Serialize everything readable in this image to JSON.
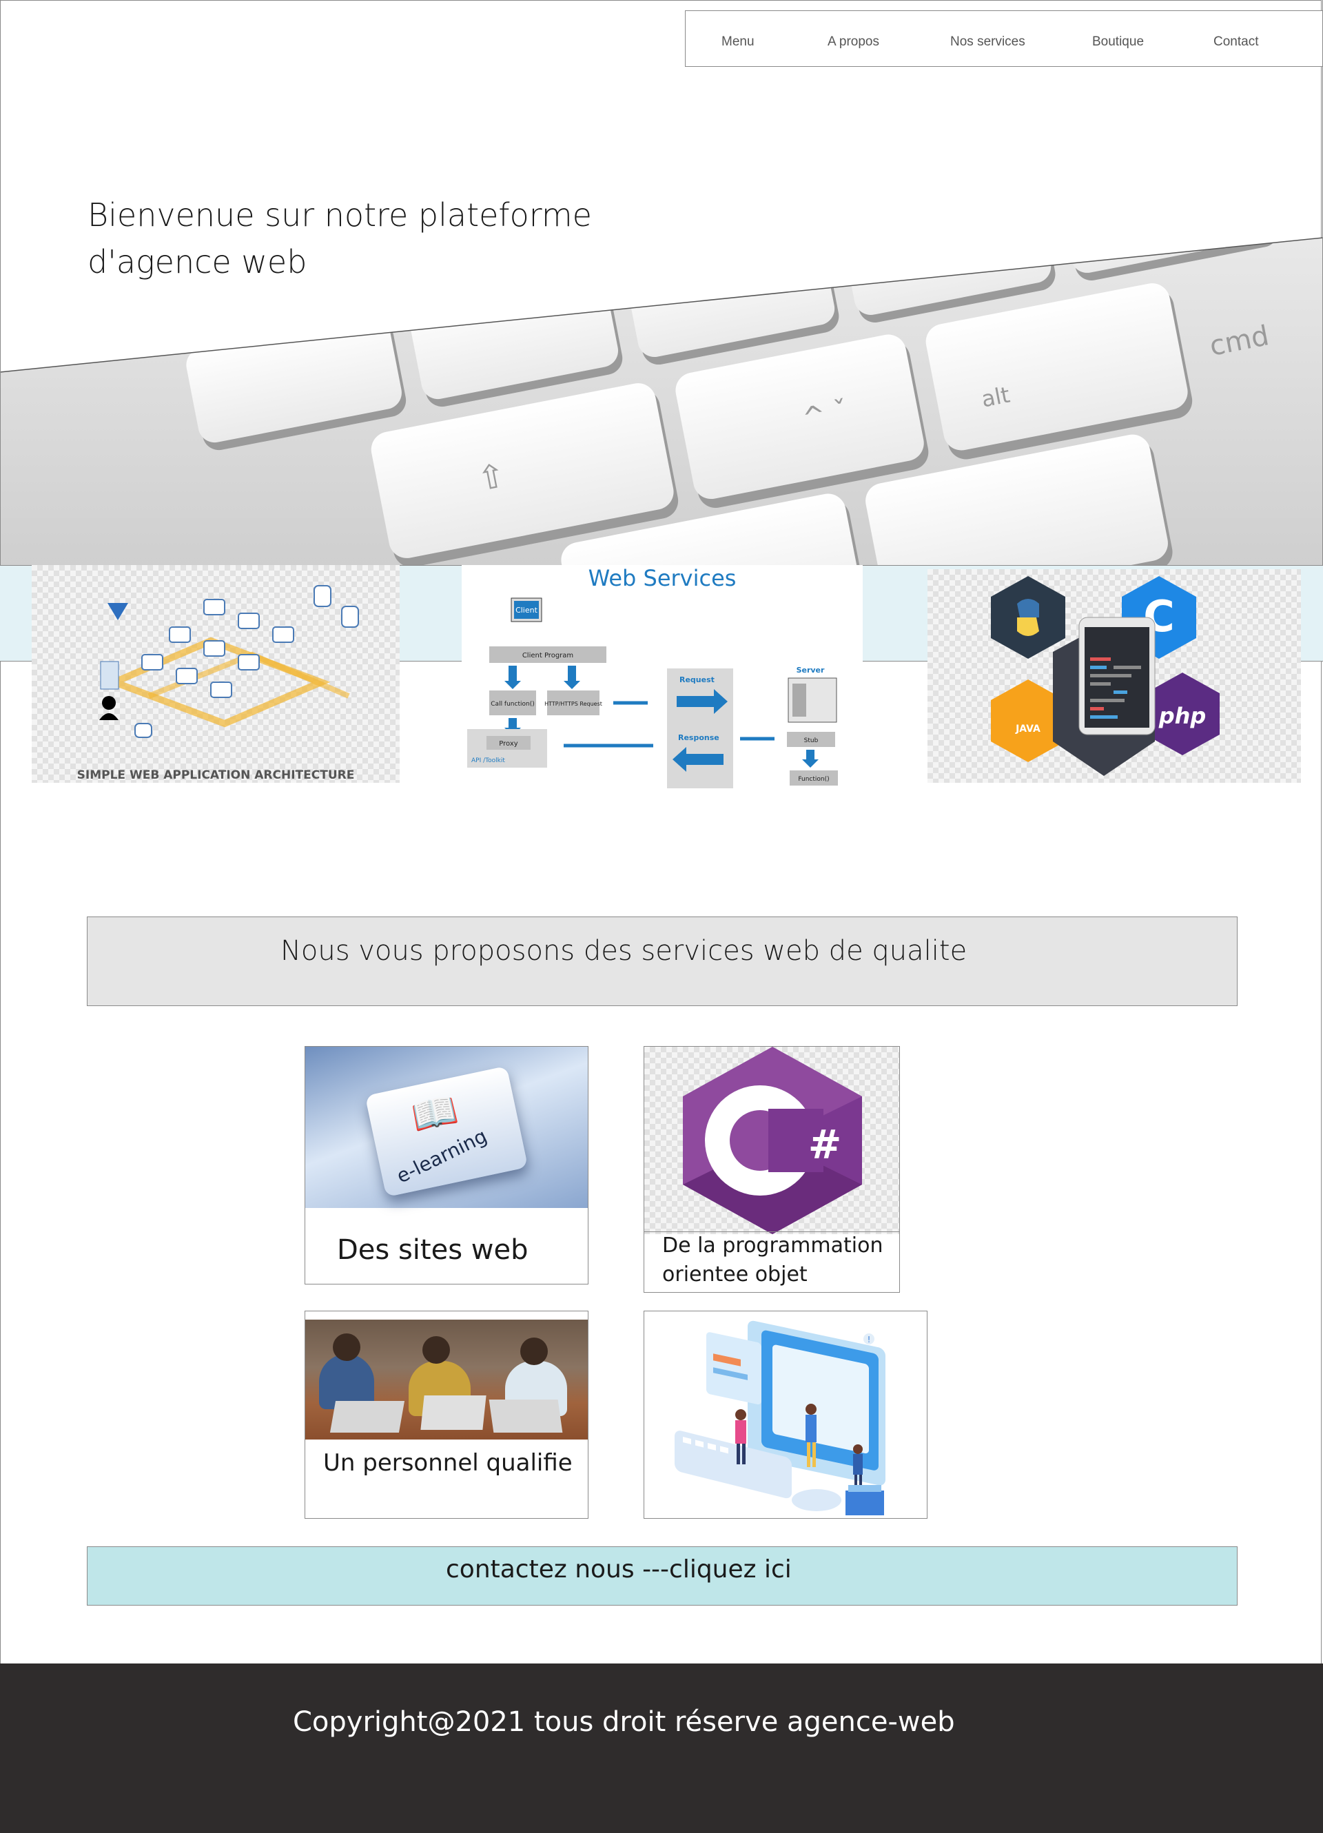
{
  "nav": {
    "items": [
      "Menu",
      "A propos",
      "Nos services",
      "Boutique",
      "Contact"
    ]
  },
  "hero": {
    "title_line1": "Bienvenue sur notre plateforme",
    "title_line2": "d'agence web"
  },
  "strip": {
    "architecture_caption": "SIMPLE WEB APPLICATION ARCHITECTURE",
    "web_services_title": "Web Services",
    "ws_client": "Client",
    "ws_client_program": "Client Program",
    "ws_call_function": "Call function()",
    "ws_http_request": "HTTP/HTTPS Request",
    "ws_proxy": "Proxy",
    "ws_api_toolkit": "API /Toolkit",
    "ws_request": "Request",
    "ws_response": "Response",
    "ws_server": "Server",
    "ws_stub": "Stub",
    "ws_function": "Function()",
    "lang_java": "JAVA",
    "lang_php": "php",
    "lang_c": "C"
  },
  "services": {
    "banner": "Nous vous proposons des services web de qualite",
    "elearning_key": "e-learning",
    "card1_label": "Des sites web",
    "card2_label_line1": "De la programmation",
    "card2_label_line2": "orientee objet",
    "card3_label": "Un personnel qualifie",
    "csharp_symbol": "#"
  },
  "contact": {
    "label": "contactez nous ---cliquez ici"
  },
  "footer": {
    "copyright": "Copyright@2021 tous droit  réserve agence-web"
  },
  "colors": {
    "strip_bg": "#e3f2f6",
    "banner_bg": "#e5e5e5",
    "contact_bg": "#bfe6e9",
    "footer_bg": "#2f2c2c",
    "ws_blue": "#1f7bc1",
    "csharp_purple": "#8f4a9e"
  }
}
